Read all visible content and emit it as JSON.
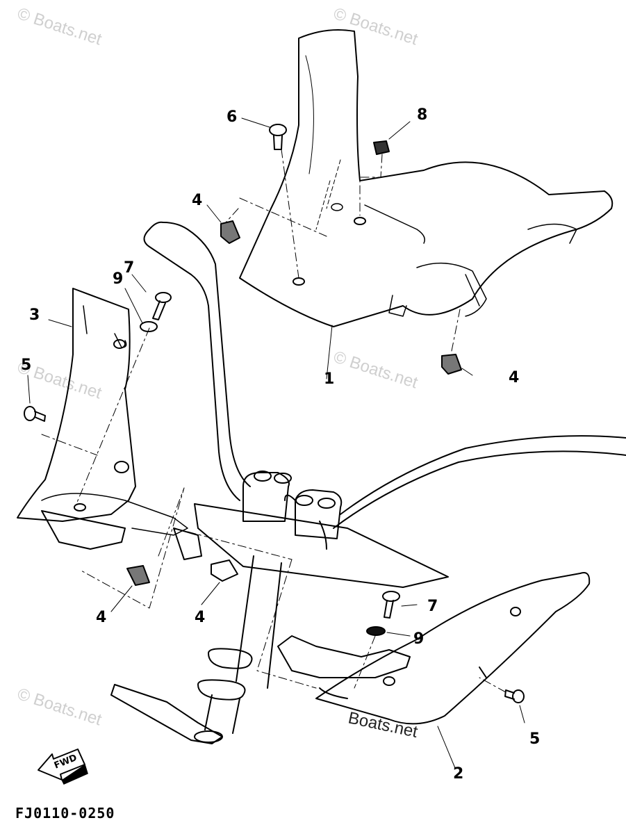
{
  "watermark": "© Boats.net",
  "watermark_bottom": "Boats.net",
  "diagram_code": "FJ0110-0250",
  "fwd_label": "FWD",
  "callouts": {
    "c1": "1",
    "c2": "2",
    "c3": "3",
    "c4a": "4",
    "c4b": "4",
    "c4c": "4",
    "c4d": "4",
    "c5a": "5",
    "c5b": "5",
    "c6": "6",
    "c7a": "7",
    "c7b": "7",
    "c8": "8",
    "c9a": "9",
    "c9b": "9"
  }
}
